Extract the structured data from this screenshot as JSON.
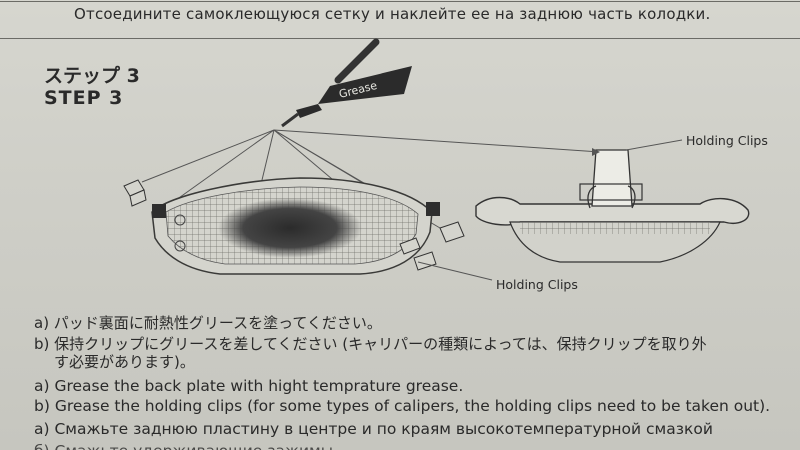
{
  "header": {
    "instruction_ru": "Отсоедините самоклеющуюся сетку и наклейте ее на заднюю часть колодки."
  },
  "step": {
    "title_jp": "ステップ 3",
    "title_en": "STEP 3"
  },
  "diagram": {
    "grease_tube_label": "Grease",
    "callouts": [
      "Holding Clips",
      "Holding Clips"
    ]
  },
  "instructions": {
    "jp": [
      "a) パッド裏面に耐熱性グリースを塗ってください。",
      "b) 保持クリップにグリースを差してください (キャリパーの種類によっては、保持クリップを取り外",
      "す必要があります)。"
    ],
    "en": [
      "a) Grease the back plate with hight temprature grease.",
      "b) Grease the holding clips (for some types of calipers, the holding clips need to be taken out)."
    ],
    "ru": [
      "а) Смажьте заднюю пластину в центре и по краям высокотемпературной смазкой",
      "б) Смажьте удерживающие зажимы"
    ]
  }
}
